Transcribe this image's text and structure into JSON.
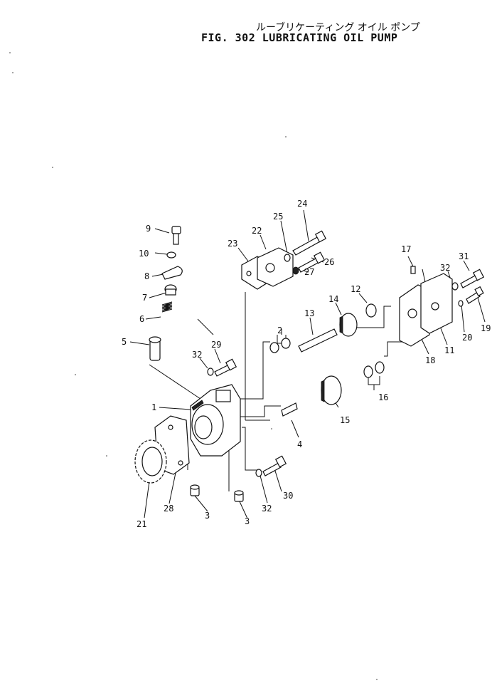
{
  "title": {
    "japanese": "ルーブリケーティング オイル ポンプ",
    "english": "FIG. 302  LUBRICATING OIL PUMP"
  },
  "callouts": {
    "c1": "1",
    "c2": "2",
    "c3a": "3",
    "c3b": "3",
    "c4": "4",
    "c5": "5",
    "c6": "6",
    "c7": "7",
    "c8": "8",
    "c9": "9",
    "c10": "10",
    "c11": "11",
    "c12": "12",
    "c13": "13",
    "c14": "14",
    "c15": "15",
    "c16": "16",
    "c17": "17",
    "c18": "18",
    "c19": "19",
    "c20": "20",
    "c21": "21",
    "c22": "22",
    "c23": "23",
    "c24": "24",
    "c25": "25",
    "c26": "26",
    "c27": "27",
    "c28": "28",
    "c29": "29",
    "c30": "30",
    "c31": "31",
    "c32a": "32",
    "c32b": "32",
    "c32c": "32"
  }
}
